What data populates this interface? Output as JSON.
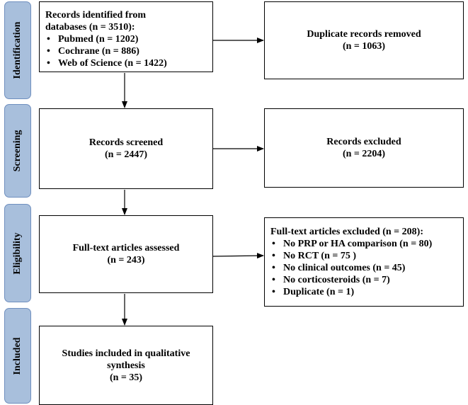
{
  "phases": {
    "identification": "Identification",
    "screening": "Screening",
    "eligibility": "Eligibility",
    "included": "Included"
  },
  "identified": {
    "line1": "Records identified from",
    "line2": "databases (n = 3510):",
    "sources": [
      "Pubmed (n = 1202)",
      "Cochrane (n = 886)",
      "Web of Science (n = 1422)"
    ]
  },
  "duplicates": {
    "line1": "Duplicate records removed",
    "line2": "(n = 1063)"
  },
  "screened": {
    "line1": "Records screened",
    "line2": "(n = 2447)"
  },
  "excluded": {
    "line1": "Records excluded",
    "line2": "(n = 2204)"
  },
  "assessed": {
    "line1": "Full-text articles assessed",
    "line2": "(n = 243)"
  },
  "fulltext_excluded": {
    "title": "Full-text articles excluded (n = 208):",
    "reasons": [
      "No PRP or HA comparison (n = 80)",
      "No RCT (n = 75 )",
      "No clinical outcomes (n = 45)",
      "No corticosteroids (n = 7)",
      "Duplicate (n = 1)"
    ]
  },
  "included": {
    "line1": "Studies included in qualitative",
    "line2": "synthesis",
    "line3": "(n = 35)"
  },
  "colors": {
    "phase_fill": "#a8bfdc",
    "phase_border": "#6f8fbf",
    "box_border": "#000000"
  }
}
